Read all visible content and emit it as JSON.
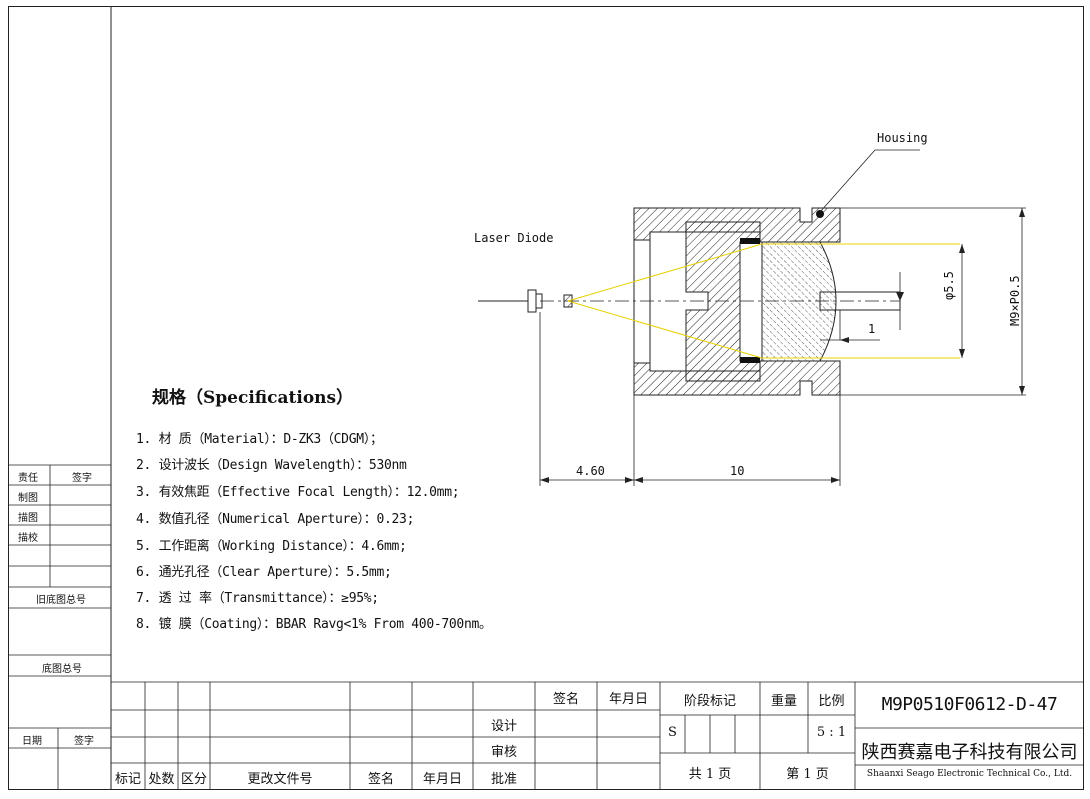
{
  "drawing": {
    "label_housing": "Housing",
    "label_laser": "Laser Diode",
    "dim_aperture": "φ5.5",
    "dim_thread": "M9×P0.5",
    "dim_gap": "1",
    "dim_wd": "4.60",
    "dim_length": "10"
  },
  "specs": {
    "title": "规格（Specifications）",
    "items": [
      "1. 材   质（Material）：D-ZK3（CDGM）；",
      "2. 设计波长（Design Wavelength）：530nm",
      "3. 有效焦距（Effective Focal Length）：12.0mm;",
      "4. 数值孔径（Numerical Aperture）：0.23;",
      "5. 工作距离（Working Distance）：4.6mm;",
      "6. 通光孔径（Clear Aperture）：5.5mm;",
      "7. 透 过 率（Transmittance）：≥95%;",
      "8. 镀   膜（Coating）：BBAR Ravg<1% From 400-700nm。"
    ]
  },
  "sidebar": {
    "responsibility": "责任",
    "signature": "签字",
    "drawn": "制图",
    "traced": "描图",
    "trace_check": "描校",
    "old_base_no": "旧底图总号",
    "base_no": "底图总号",
    "date": "日期",
    "signature2": "签字"
  },
  "titleblock": {
    "sign": "签名",
    "date": "年月日",
    "design": "设计",
    "review": "审核",
    "approve": "批准",
    "mark": "标记",
    "count": "处数",
    "zone": "区分",
    "change_doc": "更改文件号",
    "sign2": "签名",
    "date2": "年月日",
    "stage_mark": "阶段标记",
    "weight": "重量",
    "scale": "比例",
    "stage_value": "S",
    "scale_value": "5 : 1",
    "total_pages": "共 1 页",
    "page_no": "第 1 页",
    "drawing_no": "M9P0510F0612-D-47",
    "company_cn": "陕西赛嘉电子科技有限公司",
    "company_en": "Shaanxi Seago Electronic Technical Co., Ltd."
  }
}
